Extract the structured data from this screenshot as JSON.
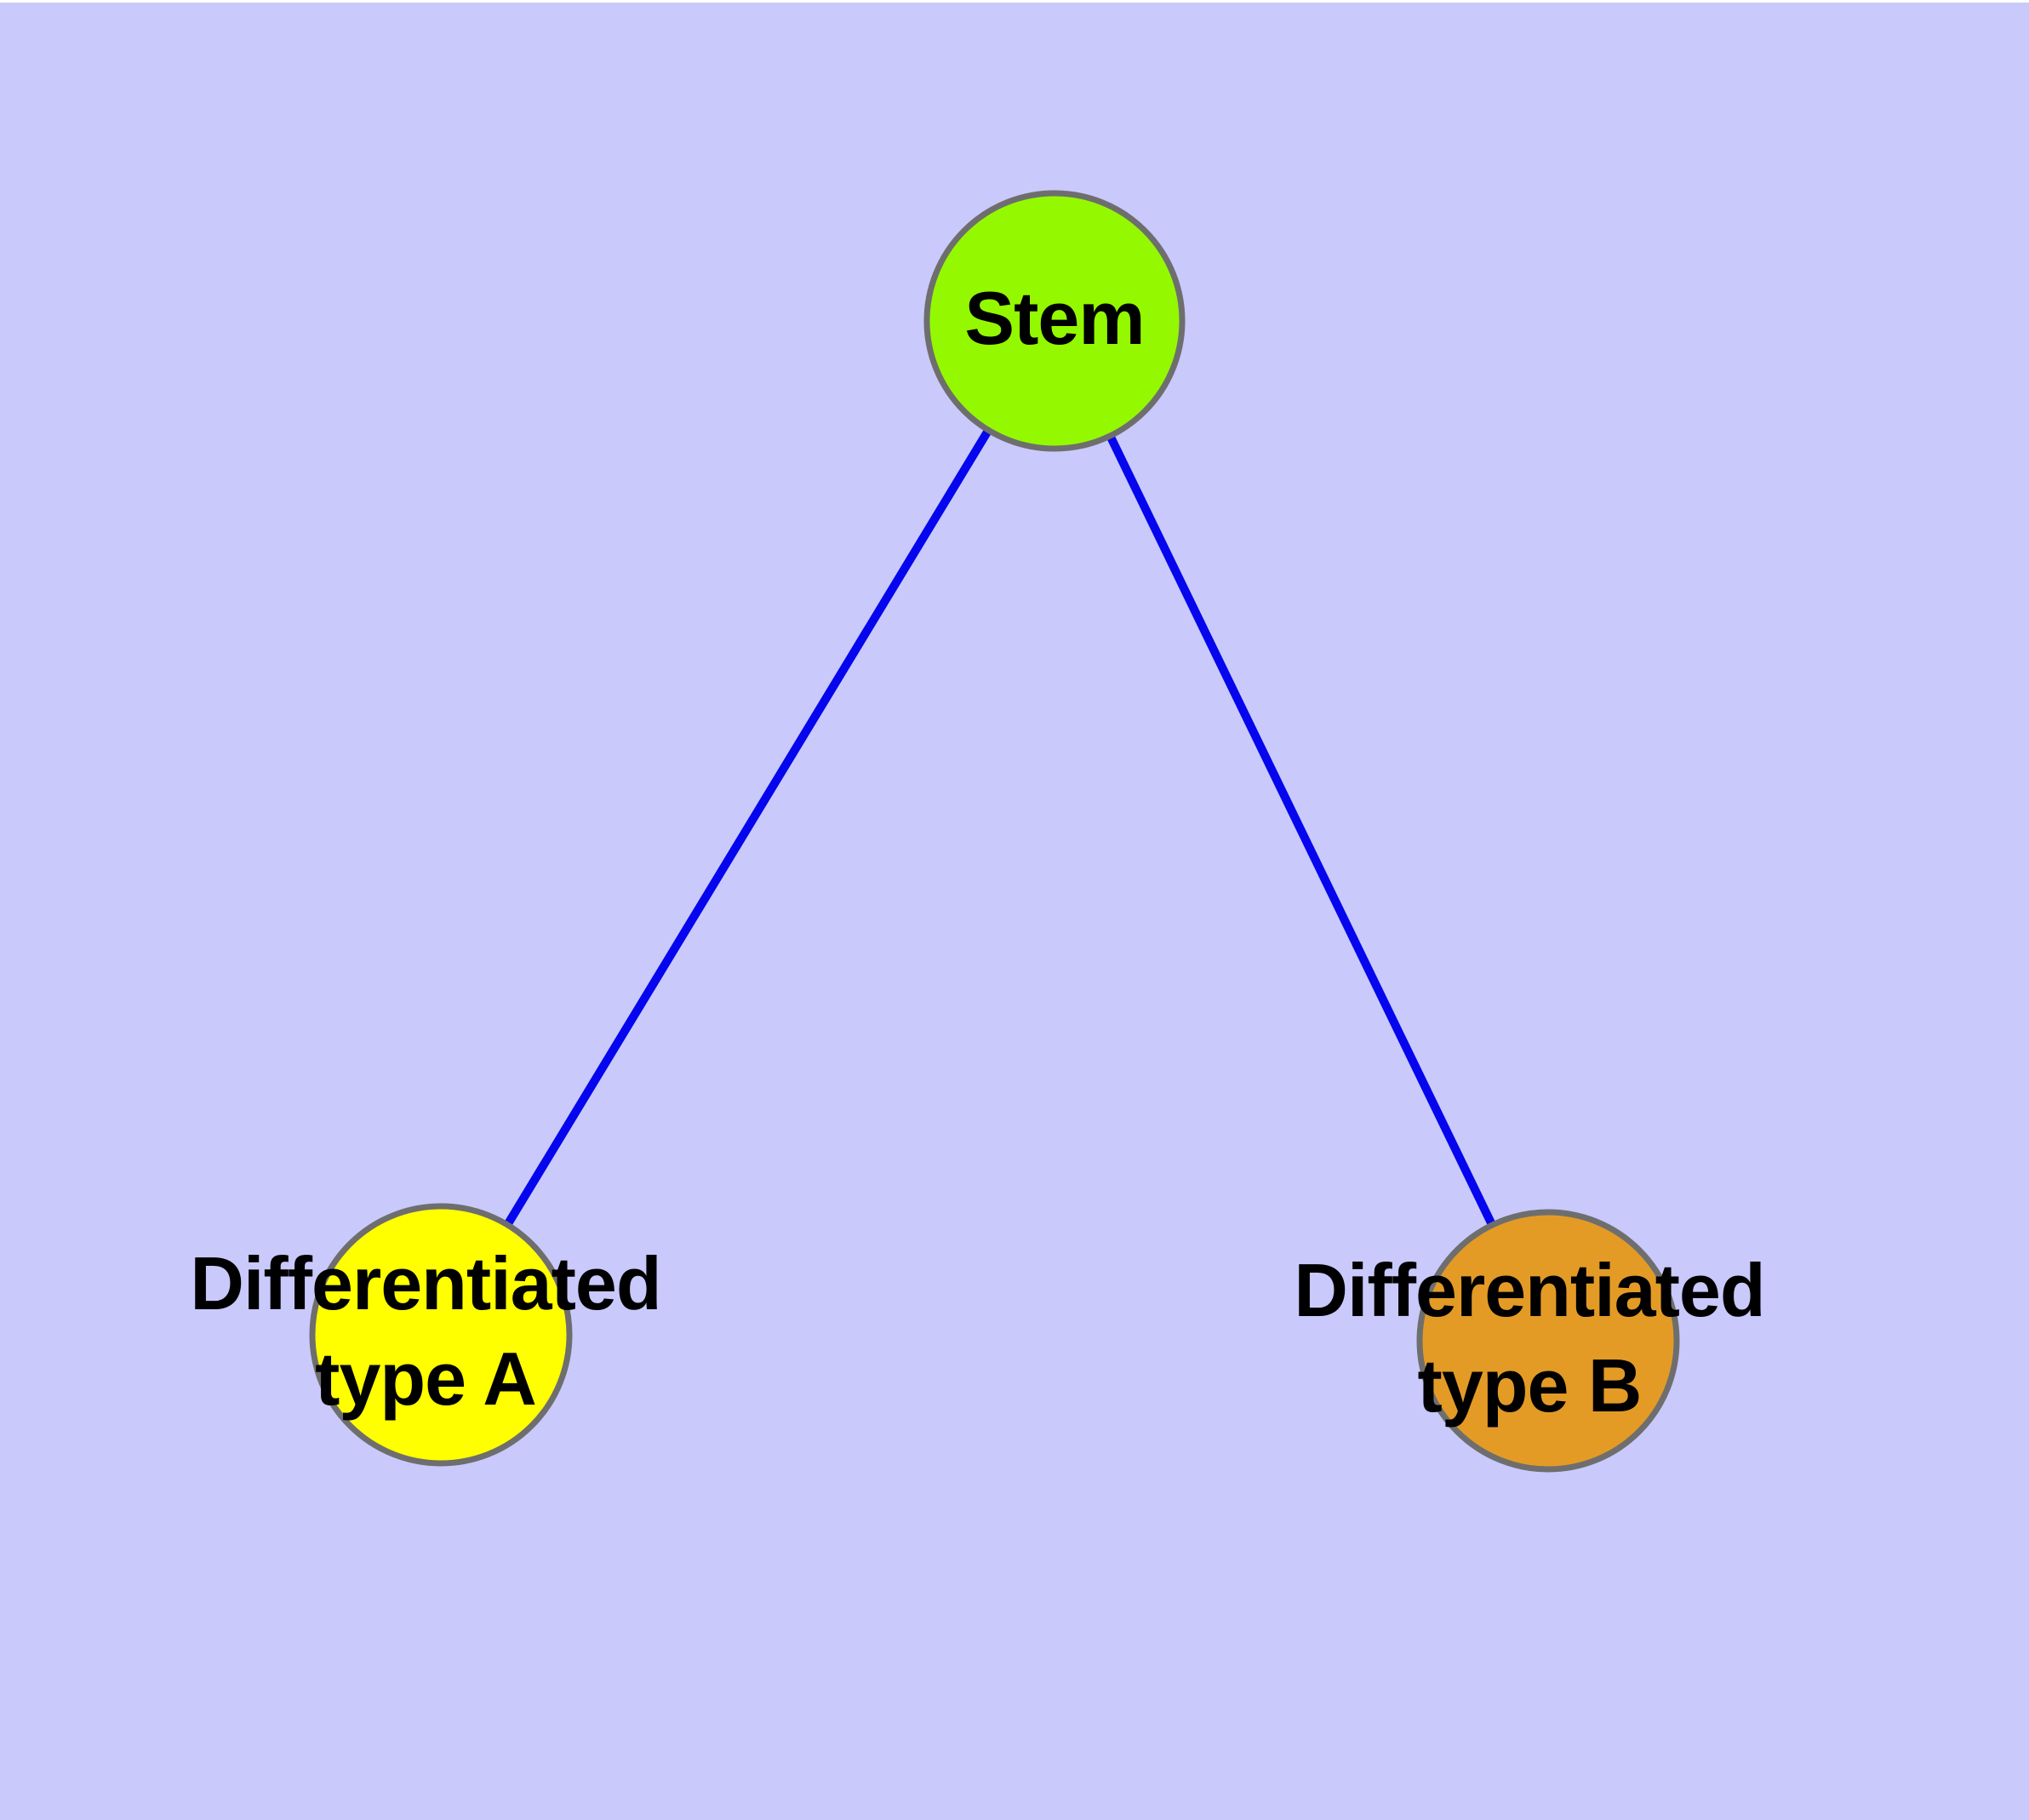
{
  "diagram": {
    "description": "Cell differentiation lineage diagram: a Stem node branching to two differentiated cell types",
    "background_color": "#C9C9FB",
    "edge_color": "#0505EE",
    "node_border_color": "#6E6E6E",
    "nodes": [
      {
        "id": "stem",
        "label": "Stem",
        "line1": "Stem",
        "line2": "",
        "color": "#94F900"
      },
      {
        "id": "type-a",
        "label": "Differentiated type A",
        "line1": "Differentiated",
        "line2": "type A",
        "color": "#FFFF00"
      },
      {
        "id": "type-b",
        "label": "Differentiated type B",
        "line1": "Differentiated",
        "line2": "type B",
        "color": "#E39B26"
      }
    ],
    "edges": [
      {
        "from": "stem",
        "to": "type-a"
      },
      {
        "from": "stem",
        "to": "type-b"
      }
    ]
  }
}
